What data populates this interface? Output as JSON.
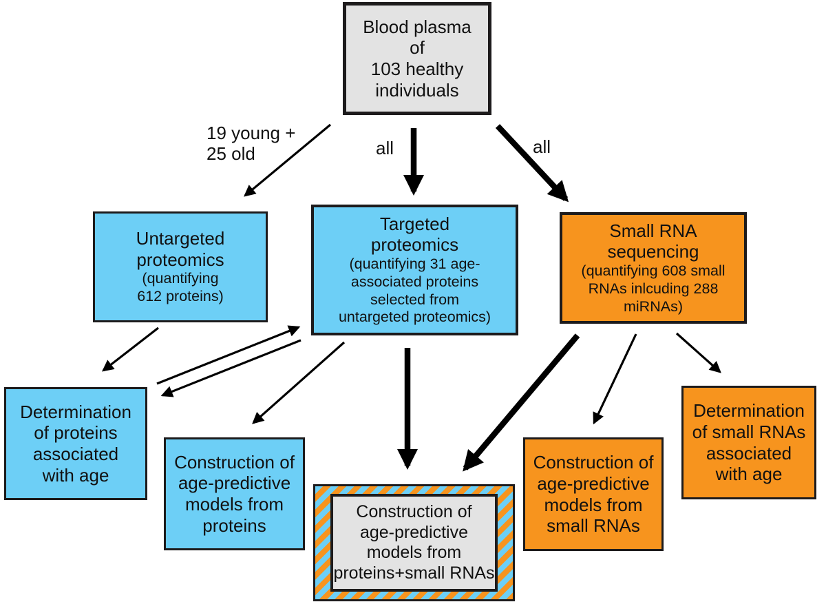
{
  "diagram": {
    "nodes": {
      "blood_plasma": {
        "text": "Blood plasma\nof\n103 healthy\nindividuals"
      },
      "untargeted_proteomics": {
        "title": "Untargeted\nproteomics",
        "detail": "(quantifying\n612 proteins)"
      },
      "targeted_proteomics": {
        "title": "Targeted\nproteomics",
        "detail": "(quantifying 31 age-\nassociated proteins\nselected from\nuntargeted proteomics)"
      },
      "small_rna_sequencing": {
        "title": "Small RNA\nsequencing",
        "detail": "(quantifying 608 small\nRNAs inlcuding 288\nmiRNAs)"
      },
      "determination_proteins": {
        "text": "Determination\nof proteins\nassociated\nwith age"
      },
      "construction_proteins": {
        "text": "Construction of\nage-predictive\nmodels from\nproteins"
      },
      "construction_combined": {
        "text": "Construction of\nage-predictive\nmodels from\nproteins+small RNAs"
      },
      "construction_small_rnas": {
        "text": "Construction of\nage-predictive\nmodels from\nsmall RNAs"
      },
      "determination_small_rnas": {
        "text": "Determination\nof small RNAs\nassociated\nwith age"
      }
    },
    "edge_labels": {
      "blood_to_untargeted": "19 young +\n25 old",
      "blood_to_targeted": "all",
      "blood_to_small_rna": "all"
    },
    "colors": {
      "blue": "#6dcff6",
      "orange": "#f7941e",
      "gray": "#e3e3e3",
      "border": "#1d1b1c",
      "arrow": "#000000"
    }
  }
}
